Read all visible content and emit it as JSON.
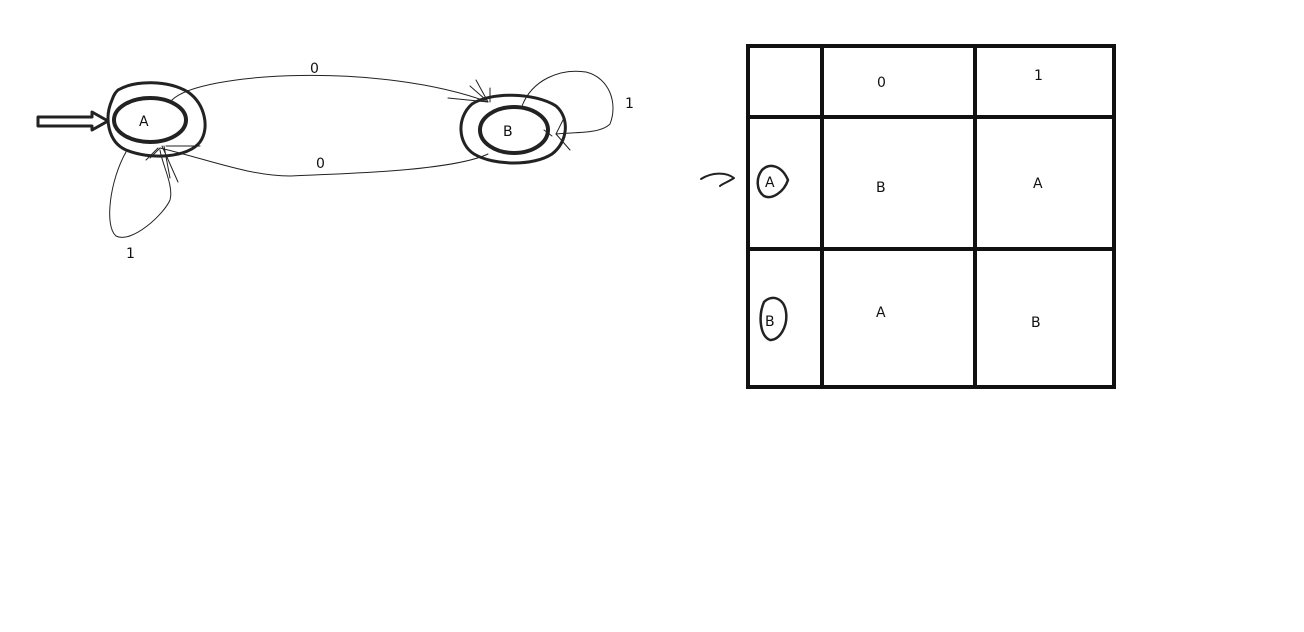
{
  "colors": {
    "ink": "#111111",
    "background": "#ffffff"
  },
  "diagram": {
    "states": [
      {
        "id": "A",
        "label": "A",
        "start": true,
        "accepting": true
      },
      {
        "id": "B",
        "label": "B",
        "start": false,
        "accepting": true
      }
    ],
    "transitions": [
      {
        "from": "A",
        "to": "B",
        "label": "0"
      },
      {
        "from": "B",
        "to": "A",
        "label": "0"
      },
      {
        "from": "A",
        "to": "A",
        "label": "1"
      },
      {
        "from": "B",
        "to": "B",
        "label": "1"
      }
    ]
  },
  "table": {
    "header": [
      "",
      "0",
      "1"
    ],
    "rows": [
      {
        "state": "A",
        "start": true,
        "cells": [
          "B",
          "A"
        ]
      },
      {
        "state": "B",
        "start": false,
        "cells": [
          "A",
          "B"
        ]
      }
    ]
  }
}
